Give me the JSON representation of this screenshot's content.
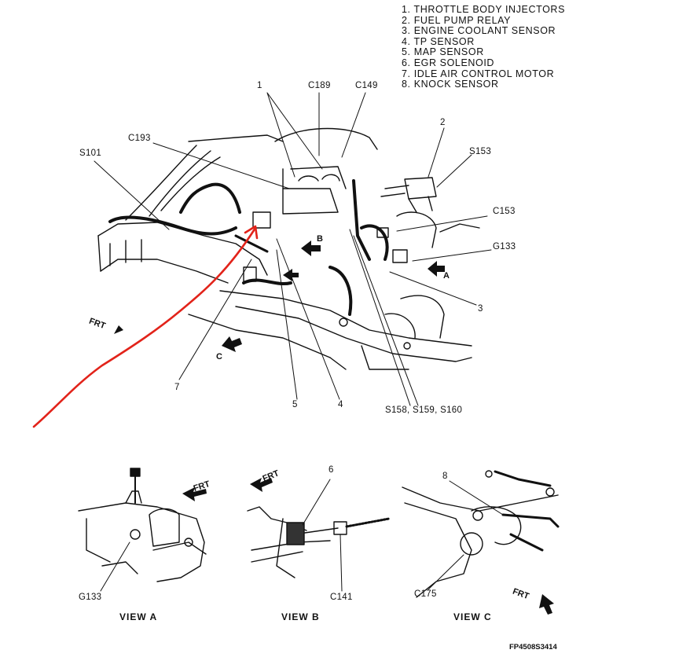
{
  "legend": [
    "1. THROTTLE BODY INJECTORS",
    "2. FUEL PUMP RELAY",
    "3. ENGINE COOLANT SENSOR",
    "4. TP SENSOR",
    "5. MAP SENSOR",
    "6. EGR SOLENOID",
    "7. IDLE AIR CONTROL MOTOR",
    "8. KNOCK SENSOR"
  ],
  "callouts": {
    "n1": "1",
    "n2": "2",
    "n3": "3",
    "n4": "4",
    "n5": "5",
    "n7": "7",
    "c189": "C189",
    "c149": "C149",
    "c193": "C193",
    "s101": "S101",
    "s153": "S153",
    "c153": "C153",
    "g133": "G133",
    "s158": "S158, S159, S160"
  },
  "direction_labels": {
    "frt": "FRT",
    "a": "A",
    "b": "B",
    "c": "C"
  },
  "views": {
    "a": {
      "title": "VIEW  A",
      "g133": "G133",
      "frt": "FRT"
    },
    "b": {
      "title": "VIEW  B",
      "n6": "6",
      "c141": "C141",
      "frt": "FRT"
    },
    "c": {
      "title": "VIEW  C",
      "n8": "8",
      "c175": "C175",
      "frt": "FRT"
    }
  },
  "figure_id": "FP4508S3414",
  "annotation_color": "#e2231a"
}
